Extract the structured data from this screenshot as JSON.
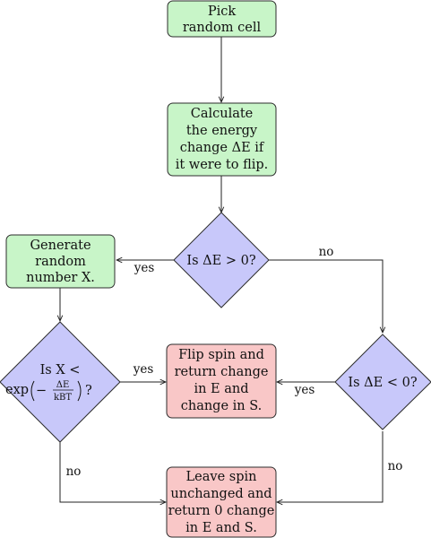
{
  "colors": {
    "process_fill": "#c8f5c8",
    "process_stroke": "#2d2d2d",
    "decision_fill": "#c8c8fa",
    "terminal_fill": "#f9c7c7",
    "line": "#222222"
  },
  "nodes": {
    "pick": {
      "lines": [
        "Pick",
        "random cell"
      ]
    },
    "calc": {
      "lines": [
        "Calculate",
        "the energy",
        "change ΔE if",
        "it were to flip."
      ]
    },
    "generate": {
      "lines": [
        "Generate",
        "random",
        "number X."
      ]
    },
    "dec_pos": {
      "text": "Is ΔE > 0?"
    },
    "dec_neg": {
      "text": "Is ΔE < 0?"
    },
    "dec_exp": {
      "line1": "Is X <",
      "exp_prefix": "exp",
      "minus": "−",
      "frac_num": "ΔE",
      "frac_den": "kBT",
      "question": "?"
    },
    "flip": {
      "lines": [
        "Flip spin and",
        "return change",
        "in E and",
        "change in S."
      ]
    },
    "leave": {
      "lines": [
        "Leave spin",
        "unchanged and",
        "return 0 change",
        "in E and S."
      ]
    }
  },
  "edges": {
    "pos_yes": "yes",
    "pos_no": "no",
    "neg_yes": "yes",
    "neg_no": "no",
    "exp_yes": "yes",
    "exp_no": "no"
  }
}
